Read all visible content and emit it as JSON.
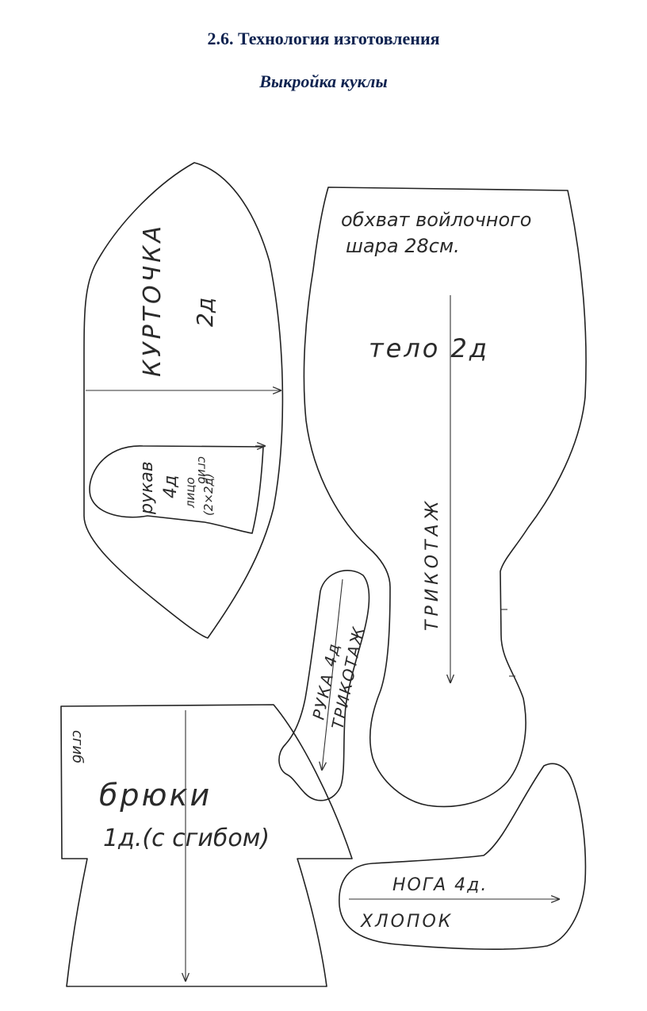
{
  "header": {
    "title": "2.6. Технология изготовления",
    "subtitle": "Выкройка куклы"
  },
  "pieces": {
    "jacket": {
      "label": "КУРТОЧКА",
      "count": "2д"
    },
    "sleeve": {
      "label": "рукав",
      "count": "4д",
      "note1": "лицо",
      "note2": "(2×2д)",
      "fold": "сгиб"
    },
    "body": {
      "line1": "обхват войлочного",
      "line2": "шара 28см.",
      "label": "тело 2д",
      "fabric": "ТРИКОТАЖ"
    },
    "arm": {
      "label": "РУКА 4д",
      "fabric": "ТРИКОТАЖ"
    },
    "trousers": {
      "label": "брюки",
      "count": "1д.(с сгибом)",
      "fold": "сгиб"
    },
    "leg": {
      "label": "НОГА 4д.",
      "fabric": "ХЛОПОК"
    }
  }
}
